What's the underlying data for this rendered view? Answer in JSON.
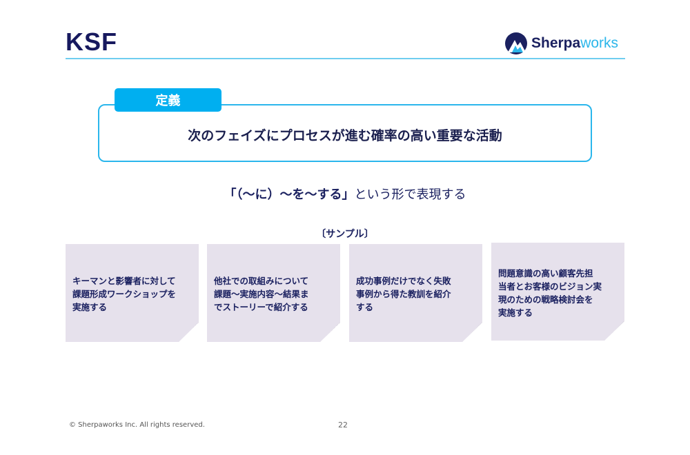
{
  "header": {
    "title": "KSF",
    "logo_text_bold": "Sherpa",
    "logo_text_light": "works"
  },
  "definition": {
    "tab_label": "定義",
    "text": "次のフェイズにプロセスが進む確率の高い重要な活動"
  },
  "expression": {
    "pattern": "「（～に）～を～する」",
    "suffix": "という形で表現する"
  },
  "sample": {
    "label": "〔サンプル〕",
    "notes": [
      "キーマンと影響者に対して\n課題形成ワークショップを\n実施する",
      "他社での取組みについて\n課題～実施内容～結果ま\nでストーリーで紹介する",
      "成功事例だけでなく失敗\n事例から得た教訓を紹介\nする",
      "問題意識の高い顧客先担\n当者とお客様のビジョン実\n現のための戦略検討会を\n実施する"
    ]
  },
  "footer": {
    "copyright": "© Sherpaworks Inc. All rights reserved.",
    "page": "22"
  },
  "colors": {
    "navy": "#1b2160",
    "accent": "#00aff0",
    "note": "#e6e1ec"
  }
}
